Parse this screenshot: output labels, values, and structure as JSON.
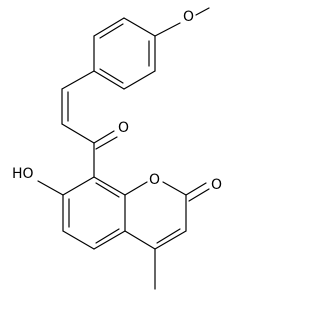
{
  "labels": {
    "methoxy_oxygen": "O",
    "ketone_oxygen": "O",
    "hydroxyl": "HO",
    "ring_oxygen": "O",
    "lactone_oxygen": "O"
  }
}
